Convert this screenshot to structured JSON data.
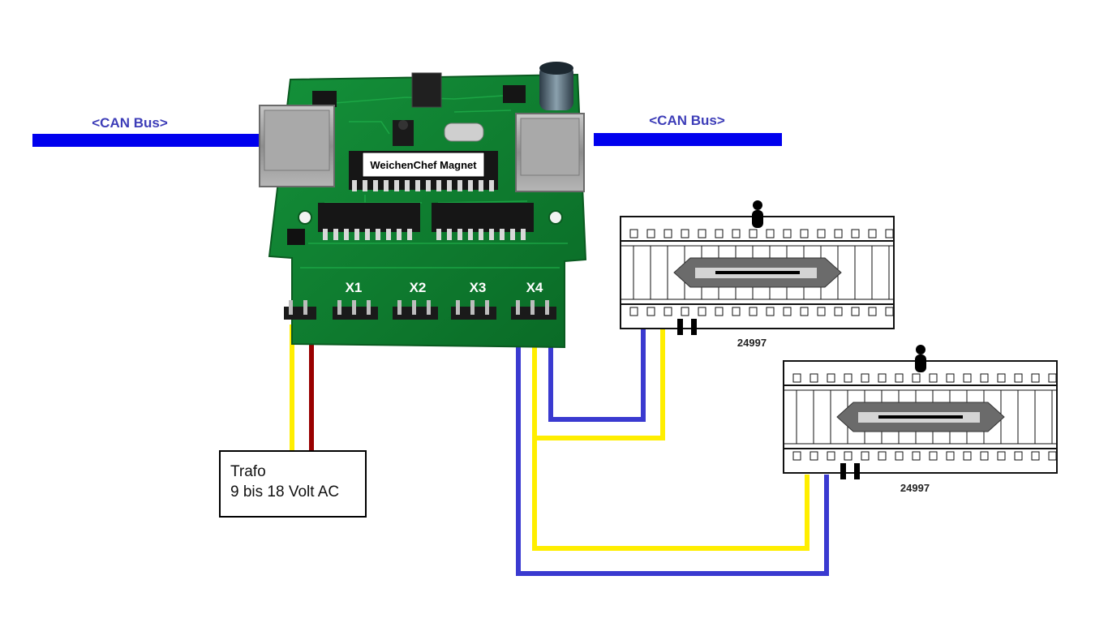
{
  "can_bus": {
    "left_label": "<CAN Bus>",
    "right_label": "<CAN Bus>",
    "color": "#0000ee",
    "label_color": "#3d3db8"
  },
  "board": {
    "name_label": "WeichenChef Magnet",
    "connectors": [
      "X1",
      "X2",
      "X3",
      "X4"
    ],
    "pcb_color": "#0d7a2c"
  },
  "power": {
    "label_line1": "Trafo",
    "label_line2": "9 bis 18 Volt AC"
  },
  "turnouts": [
    {
      "id": "24997"
    },
    {
      "id": "24997"
    }
  ],
  "wires": {
    "blue": "#3a3ad0",
    "yellow": "#ffee00",
    "dark_red": "#990000"
  }
}
